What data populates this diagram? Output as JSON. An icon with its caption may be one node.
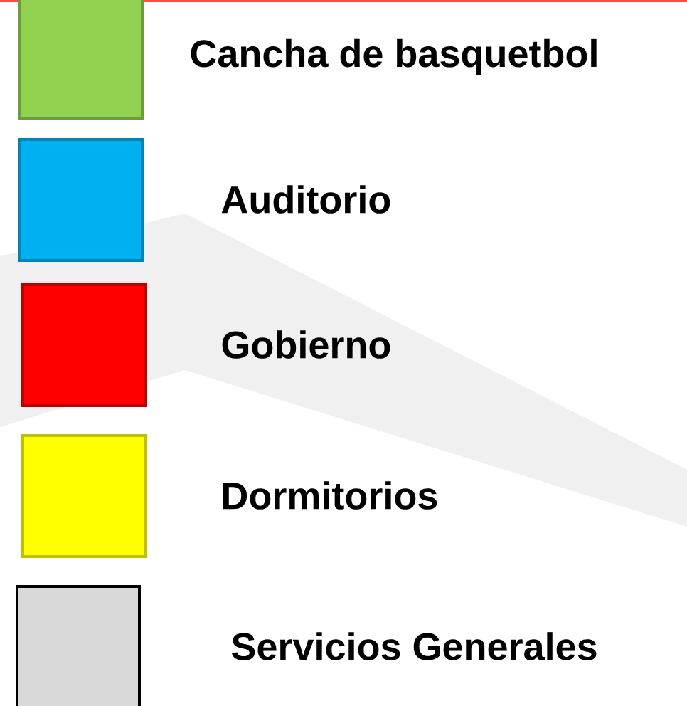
{
  "diagram": {
    "legend": [
      {
        "text": "Cancha de basquetbol",
        "color": "#92d050"
      },
      {
        "text": "Auditorio",
        "color": "#00b0f0"
      },
      {
        "text": "Gobierno",
        "color": "#ff0000"
      },
      {
        "text": "Dormitorios",
        "color": "#ffff00"
      },
      {
        "text": "Servicios Generales",
        "color": "#d9d9d9"
      }
    ]
  }
}
